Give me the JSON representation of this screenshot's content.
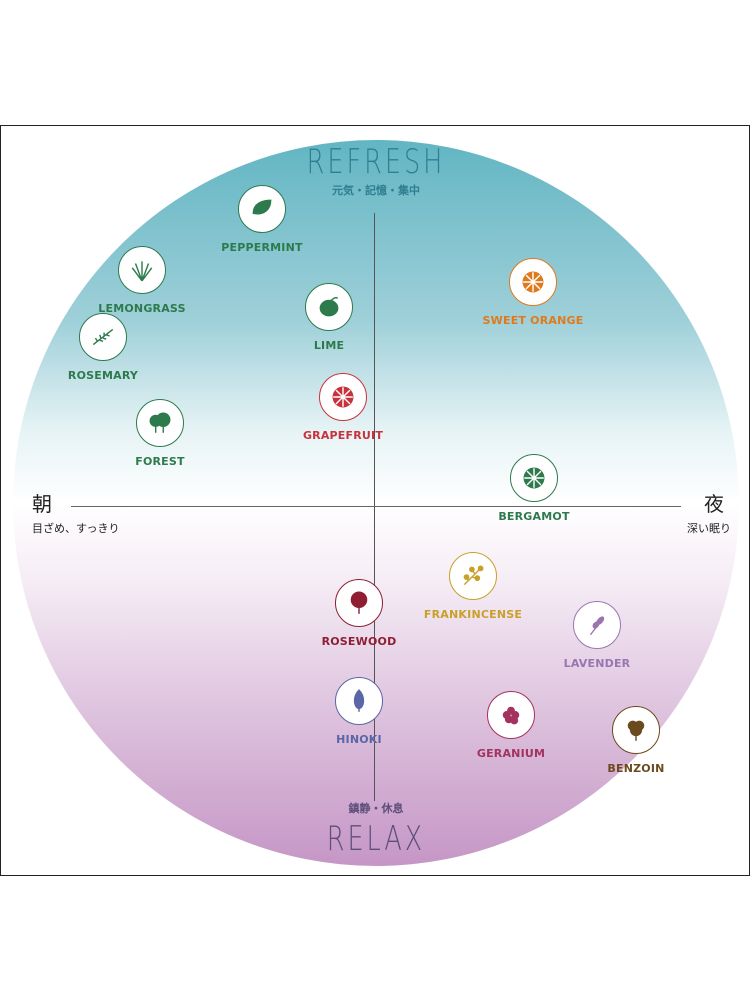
{
  "axes": {
    "top_title": "REFRESH",
    "top_sub": "元気・記憶・集中",
    "bottom_title": "RELAX",
    "bottom_sub": "鎮静・休息",
    "left_title": "朝",
    "left_sub": "目ざめ、すっきり",
    "right_title": "夜",
    "right_sub": "深い眠り"
  },
  "colors": {
    "refresh": "#2e7f93",
    "relax": "#5d4e7a"
  },
  "items": [
    {
      "label": "PEPPERMINT",
      "icon": "mint-leaf-icon",
      "color": "#2d7a4d"
    },
    {
      "label": "LEMONGRASS",
      "icon": "grass-icon",
      "color": "#2d7a4d"
    },
    {
      "label": "ROSEMARY",
      "icon": "rosemary-sprig-icon",
      "color": "#2d7a4d"
    },
    {
      "label": "LIME",
      "icon": "lime-icon",
      "color": "#2d7a4d"
    },
    {
      "label": "GRAPEFRUIT",
      "icon": "grapefruit-slice-icon",
      "color": "#c8323c"
    },
    {
      "label": "FOREST",
      "icon": "trees-icon",
      "color": "#2d7a4d"
    },
    {
      "label": "SWEET ORANGE",
      "icon": "orange-slice-icon",
      "color": "#df7a1c"
    },
    {
      "label": "BERGAMOT",
      "icon": "citrus-slice-icon",
      "color": "#2d7a4d"
    },
    {
      "label": "FRANKINCENSE",
      "icon": "resin-branch-icon",
      "color": "#c9a02a"
    },
    {
      "label": "ROSEWOOD",
      "icon": "tree-icon",
      "color": "#8e1f33"
    },
    {
      "label": "LAVENDER",
      "icon": "lavender-icon",
      "color": "#9a76b0"
    },
    {
      "label": "HINOKI",
      "icon": "cypress-icon",
      "color": "#5a66a6"
    },
    {
      "label": "GERANIUM",
      "icon": "geranium-flower-icon",
      "color": "#a3325e"
    },
    {
      "label": "BENZOIN",
      "icon": "benzoin-tree-icon",
      "color": "#6b4a1f"
    }
  ]
}
